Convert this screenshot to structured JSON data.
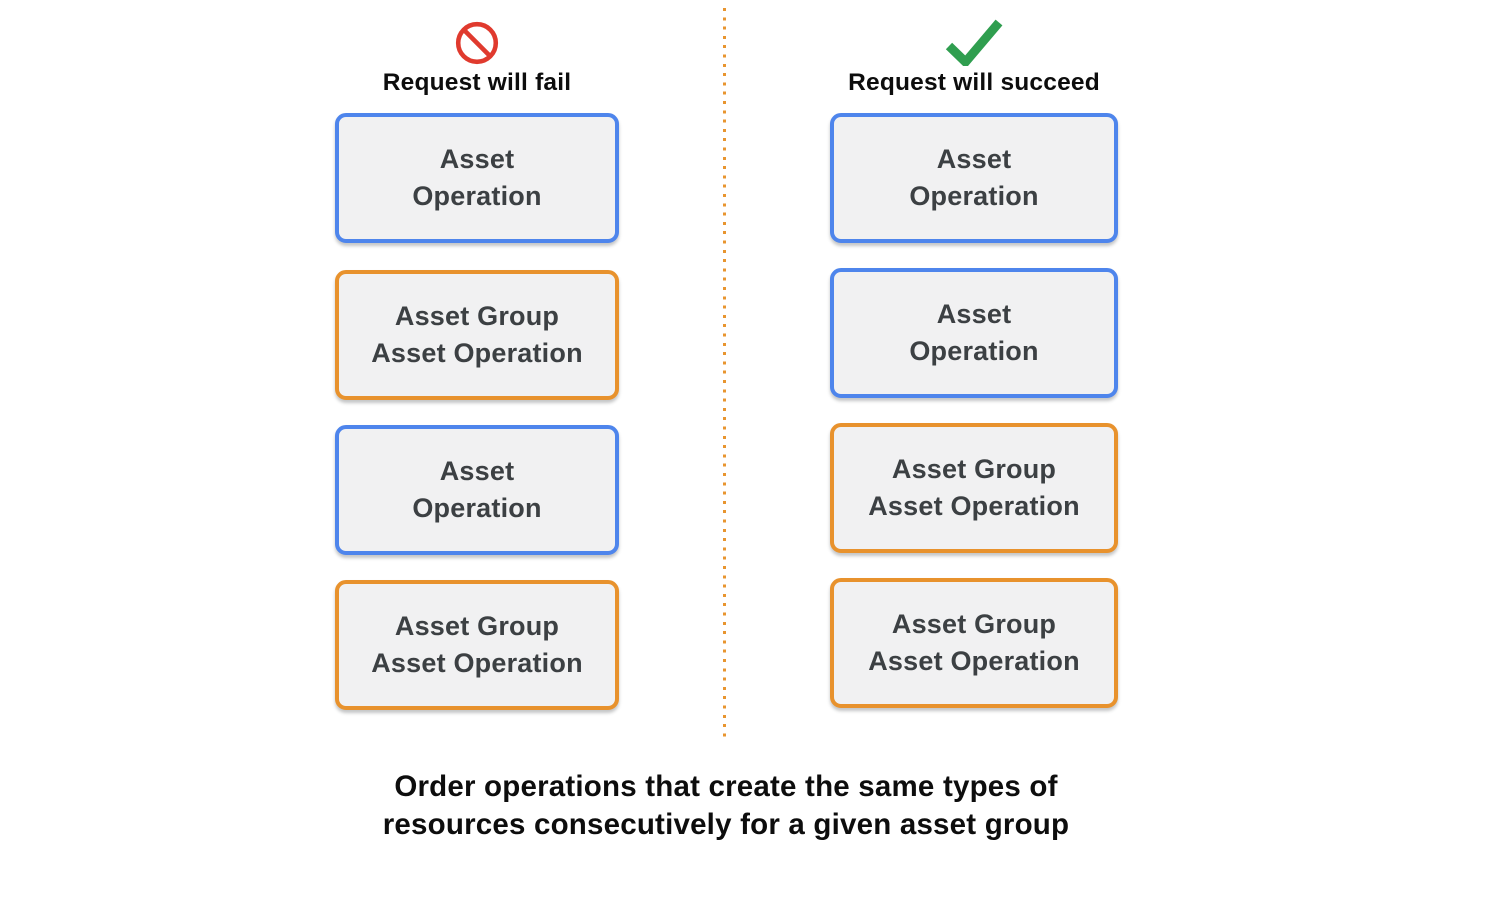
{
  "diagram": {
    "fail_column": {
      "icon": "prohibition-icon",
      "heading": "Request will fail",
      "boxes": [
        {
          "line1": "Asset",
          "line2": "Operation",
          "variant": "blue"
        },
        {
          "line1": "Asset Group",
          "line2": "Asset Operation",
          "variant": "orange"
        },
        {
          "line1": "Asset",
          "line2": "Operation",
          "variant": "blue"
        },
        {
          "line1": "Asset Group",
          "line2": "Asset Operation",
          "variant": "orange"
        }
      ]
    },
    "success_column": {
      "icon": "checkmark-icon",
      "heading": "Request will succeed",
      "boxes": [
        {
          "line1": "Asset",
          "line2": "Operation",
          "variant": "blue"
        },
        {
          "line1": "Asset",
          "line2": "Operation",
          "variant": "blue"
        },
        {
          "line1": "Asset Group",
          "line2": "Asset Operation",
          "variant": "orange"
        },
        {
          "line1": "Asset Group",
          "line2": "Asset Operation",
          "variant": "orange"
        }
      ]
    },
    "caption": {
      "line1": "Order operations that create the same types of",
      "line2": "resources consecutively for a given asset group"
    }
  },
  "colors": {
    "blue_border": "#4e85ec",
    "orange_border": "#e8922d",
    "box_background": "#f1f1f2",
    "box_text": "#3c4043",
    "fail_red": "#e03a2e",
    "success_green": "#2f9e4f",
    "divider_orange": "#e8952f",
    "heading_text": "#0d0d0d"
  }
}
